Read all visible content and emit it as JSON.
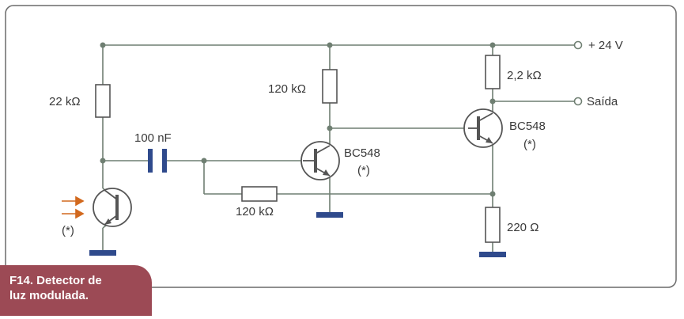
{
  "figure": {
    "caption_line1": "F14. Detector de",
    "caption_line2": "luz modulada."
  },
  "labels": {
    "supply": "+ 24 V",
    "output": "Saída",
    "r_photo": "22 kΩ",
    "cap": "100 nF",
    "r_bias_q2": "120 kΩ",
    "r_feedback": "120 kΩ",
    "q2_model": "BC548",
    "q2_note": "(*)",
    "q3_model": "BC548",
    "q3_note": "(*)",
    "r_collector": "2,2 kΩ",
    "r_emitter": "220 Ω",
    "phototransistor_note": "(*)"
  },
  "colors": {
    "wire": "#6f7f72",
    "box_border": "#6a6a6a",
    "ground": "#2f4a8c",
    "arrow": "#d2691e",
    "caption_bg": "#9c4a55",
    "caption_text": "#ffffff"
  }
}
